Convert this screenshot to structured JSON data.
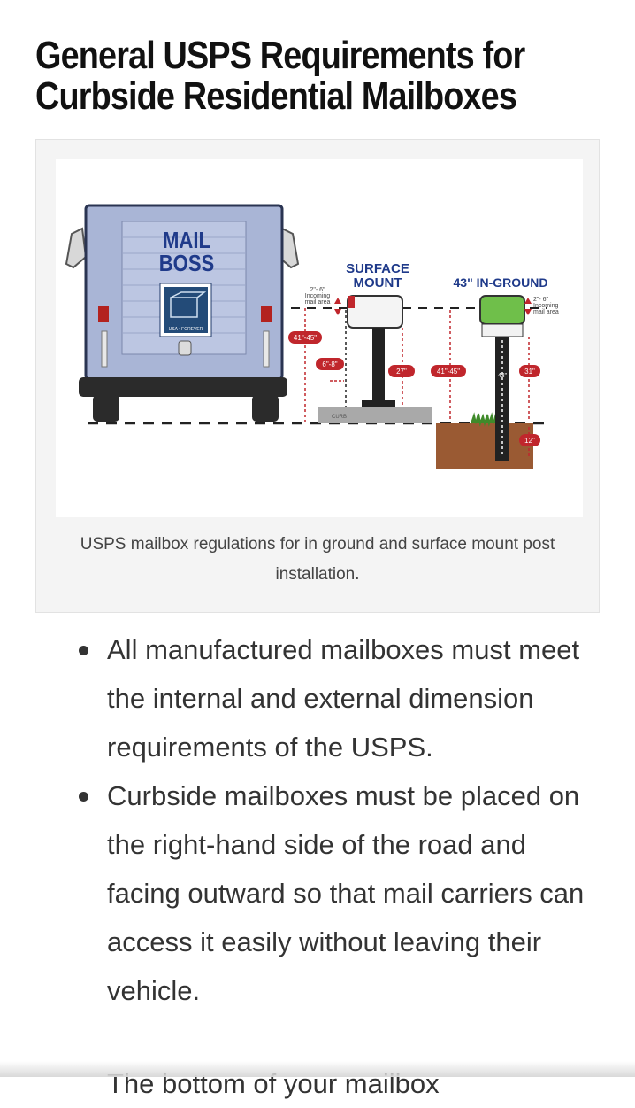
{
  "heading": "General USPS Requirements for Curbside Residential Mailboxes",
  "figure": {
    "caption": "USPS mailbox regulations for in ground and surface mount post installation.",
    "labels": {
      "brand_line1": "MAIL",
      "brand_line2": "BOSS",
      "stamp_text": "USA • FOREVER",
      "surface_line1": "SURFACE",
      "surface_line2": "MOUNT",
      "inground": "43\" IN-GROUND",
      "incoming_range": "2\"- 6\"",
      "incoming_word": "Incoming",
      "incoming_area": "mail area",
      "height_truck": "41\"-45\"",
      "offset": "6\"-8\"",
      "post_surface": "27\"",
      "height_post": "41\"-45\"",
      "post_inground": "31\"",
      "post_total": "43\"",
      "bury_depth": "12\"",
      "curb": "CURB"
    }
  },
  "bullets": [
    "All manufactured mailboxes must meet the internal and external dimension requirements of the USPS.",
    "Curbside mailboxes must be placed on the right-hand side of the road and facing outward so that mail carriers can access it easily without leaving their vehicle."
  ],
  "next_bullet_peek": "The bottom of your mailbox"
}
